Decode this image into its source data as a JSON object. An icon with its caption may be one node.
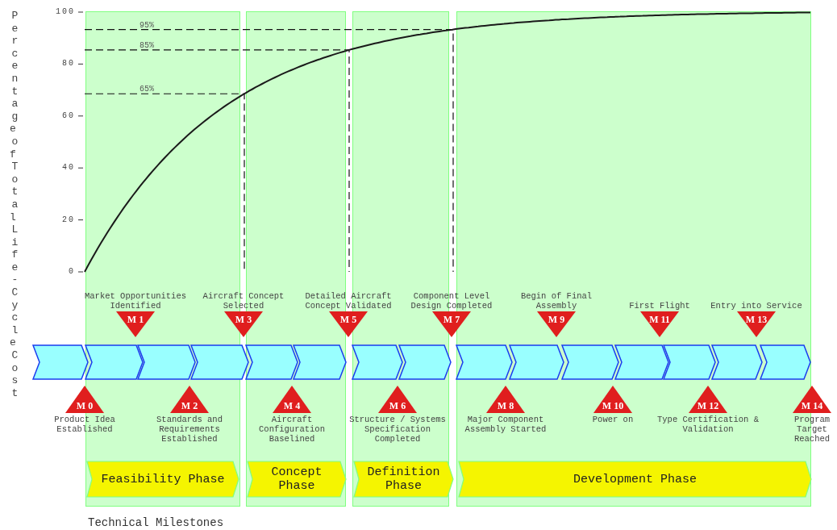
{
  "diagram": {
    "nodes": [
      {
        "text": [
          "M 0"
        ],
        "beside": [
          "Product Idea Established"
        ]
      },
      {
        "text": [
          "M 1"
        ],
        "beside": [
          "Market Opportunities Identified"
        ]
      },
      {
        "text": [
          "M 2"
        ],
        "beside": [
          "Standards and Requirements Established"
        ]
      },
      {
        "text": [
          "M 3"
        ],
        "beside": [
          "Aircraft Concept Selected"
        ]
      },
      {
        "text": [
          "M 4"
        ],
        "beside": [
          "Aircraft Configuration Baselined"
        ]
      },
      {
        "text": [
          "M 5"
        ],
        "beside": [
          "Detailed Aircraft Concept Validated"
        ]
      },
      {
        "text": [
          "M 6"
        ],
        "beside": [
          "Structure / Systems Specification Completed"
        ]
      },
      {
        "text": [
          "M 7"
        ],
        "beside": [
          "Component Level Design Completed"
        ]
      },
      {
        "text": [
          "M 8"
        ],
        "beside": [
          "Major Component Assembly Started"
        ]
      },
      {
        "text": [
          "M 9"
        ],
        "beside": [
          "Begin of Final Assembly"
        ]
      },
      {
        "text": [
          "M 10"
        ],
        "beside": [
          "Power on"
        ]
      },
      {
        "text": [
          "M 11"
        ],
        "beside": [
          "First Flight"
        ]
      },
      {
        "text": [
          "M 12"
        ],
        "beside": [
          "Type Certification & Validation"
        ]
      },
      {
        "text": [
          "M 13"
        ],
        "beside": [
          "Entry into Service"
        ]
      },
      {
        "text": [
          "M 14"
        ],
        "beside": [
          "Program Target Reached"
        ]
      },
      {
        "text": [
          "Feasibility Phase"
        ]
      },
      {
        "text": [
          "Concept Phase"
        ]
      },
      {
        "text": [
          "Definition Phase"
        ]
      },
      {
        "text": [
          "Development Phase"
        ]
      }
    ],
    "labels": [
      "Percentage of Total Life-Cycle Cost",
      "100",
      "95%",
      "85%",
      "80",
      "65%",
      "60",
      "40",
      "20",
      "0",
      "Technical Milestones"
    ]
  }
}
